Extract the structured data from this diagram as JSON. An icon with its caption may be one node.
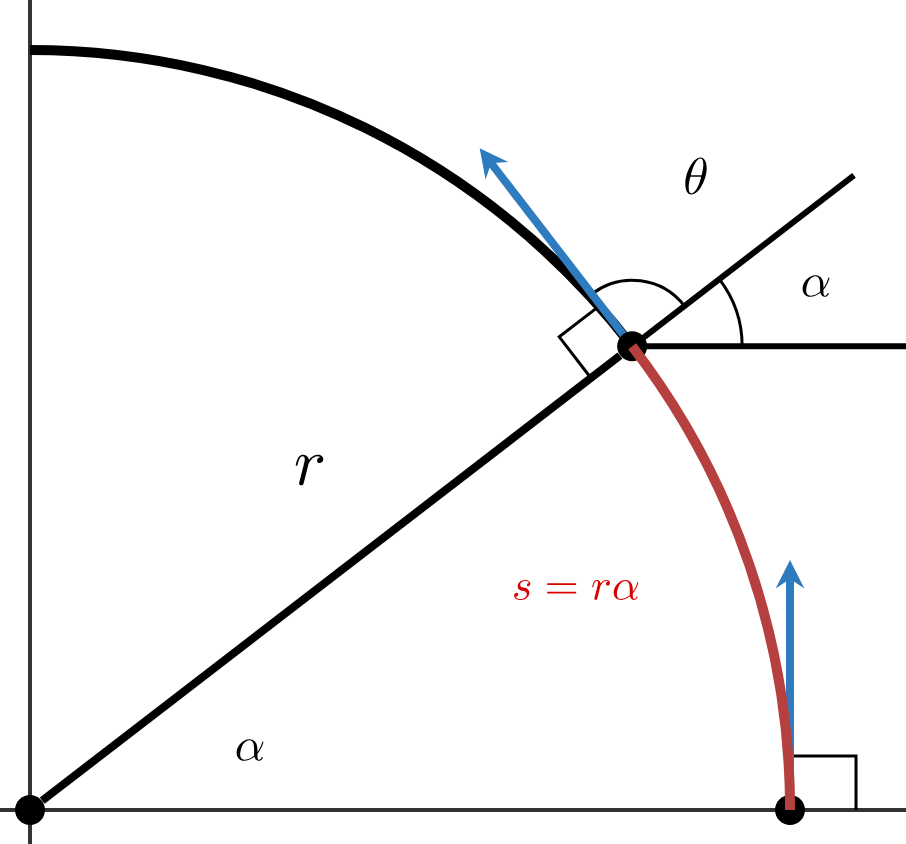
{
  "diagram": {
    "nodes": [
      {
        "text": [],
        "shape": "circle"
      },
      {
        "text": [],
        "shape": "circle"
      },
      {
        "text": [],
        "shape": "circle"
      }
    ],
    "edges": [
      {
        "from": 0,
        "to": 1,
        "arrow": "none"
      },
      {
        "from": 1,
        "to": 2,
        "arrow": "none",
        "color": "#b5403f"
      }
    ],
    "labels": [
      "\\theta",
      "\\alpha",
      "r",
      "s = r\\alpha",
      "\\alpha"
    ]
  }
}
